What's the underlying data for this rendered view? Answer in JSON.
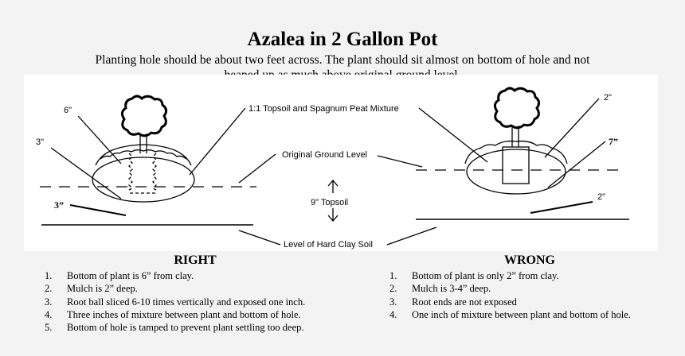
{
  "title": "Azalea in 2 Gallon Pot",
  "subtitle": "Planting hole should be about two feet across.  The plant should sit almost on bottom of hole and not heaped up as much above original ground level.",
  "labels": {
    "six_inch": "6\"",
    "three_inch": "3\"",
    "three_inch_bold": "3”",
    "mixture": "1:1  Topsoil and Spagnum Peat Mixture",
    "original_ground": "Original Ground Level",
    "nine_topsoil": "9\" Topsoil",
    "hard_clay": "Level of Hard Clay Soil",
    "two_inch_top": "2\"",
    "seven_inch": "7”",
    "two_inch_bottom": "2\""
  },
  "right": {
    "heading": "RIGHT",
    "items": [
      {
        "num": "1.",
        "text": "Bottom of plant is 6” from clay."
      },
      {
        "num": "2.",
        "text": "Mulch is 2” deep."
      },
      {
        "num": "3.",
        "text": "Root ball sliced 6-10 times vertically and exposed one inch."
      },
      {
        "num": "4.",
        "text": "Three inches of mixture between plant and bottom of hole."
      },
      {
        "num": "5.",
        "text": "Bottom of hole is tamped to prevent plant settling too deep."
      }
    ]
  },
  "wrong": {
    "heading": "WRONG",
    "items": [
      {
        "num": "1.",
        "text": "Bottom of plant is only 2” from clay."
      },
      {
        "num": "2.",
        "text": "Mulch is 3-4” deep."
      },
      {
        "num": "3.",
        "text": "Root ends are not exposed"
      },
      {
        "num": "4.",
        "text": "One inch of mixture between plant and bottom of hole."
      }
    ]
  }
}
